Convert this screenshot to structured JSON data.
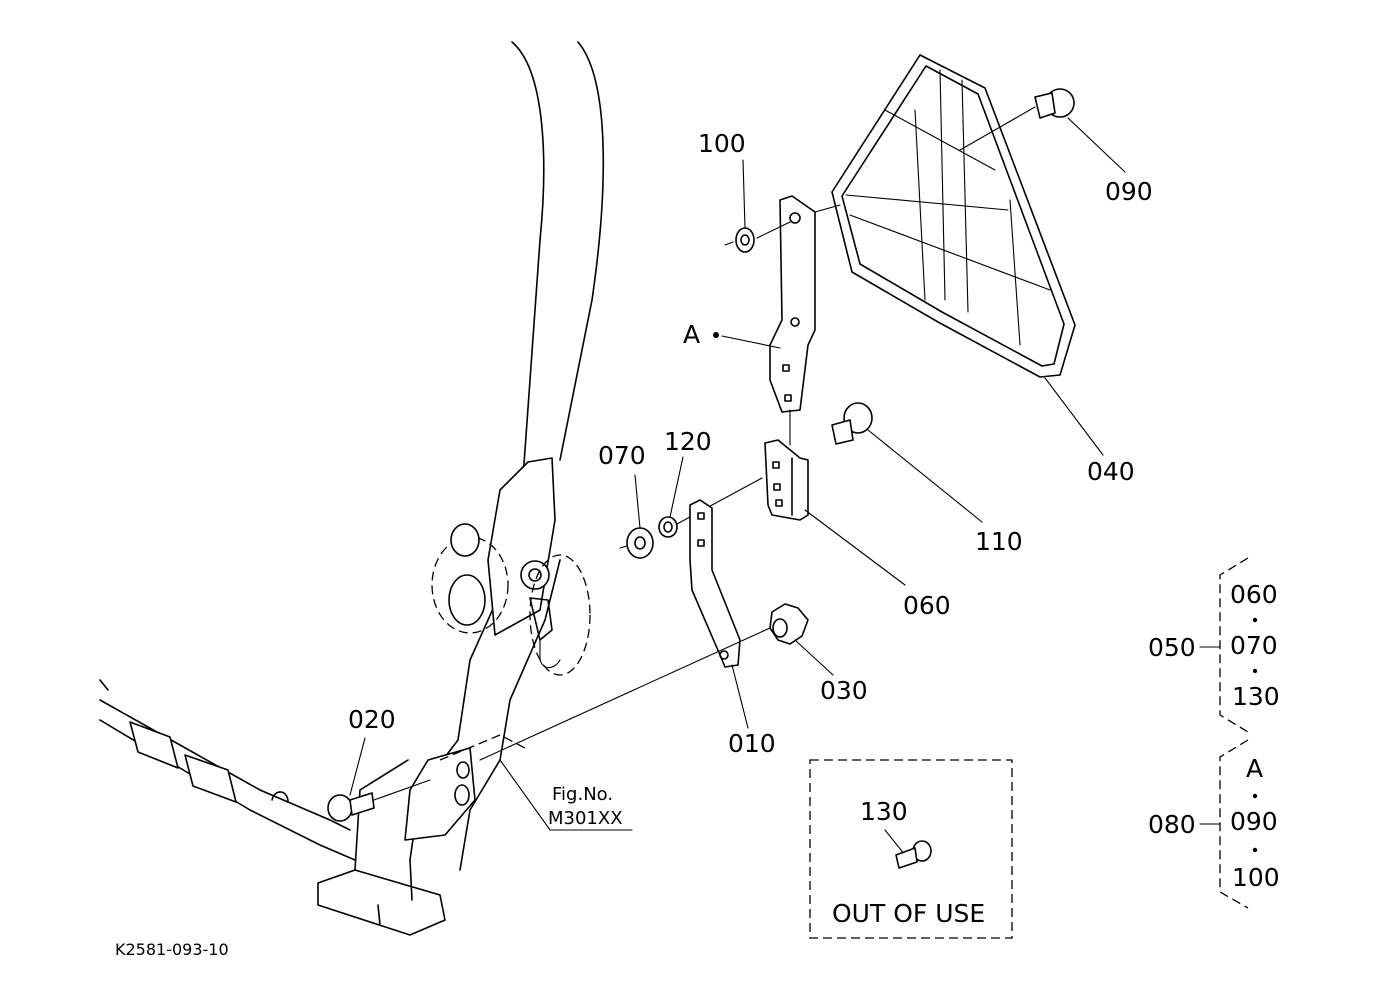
{
  "drawing_id": "K2581-093-10",
  "fig_ref": {
    "line1": "Fig.No.",
    "line2": "M301XX"
  },
  "callouts": {
    "p010": "010",
    "p020": "020",
    "p030": "030",
    "p040": "040",
    "p060": "060",
    "p070": "070",
    "p090": "090",
    "p100": "100",
    "p110": "110",
    "p120": "120",
    "pA": "A"
  },
  "out_of_use": {
    "part": "130",
    "text": "OUT OF USE"
  },
  "groups": [
    {
      "id": "050",
      "members": [
        "060",
        "070",
        "130"
      ]
    },
    {
      "id": "080",
      "members": [
        "A",
        "090",
        "100"
      ]
    }
  ]
}
